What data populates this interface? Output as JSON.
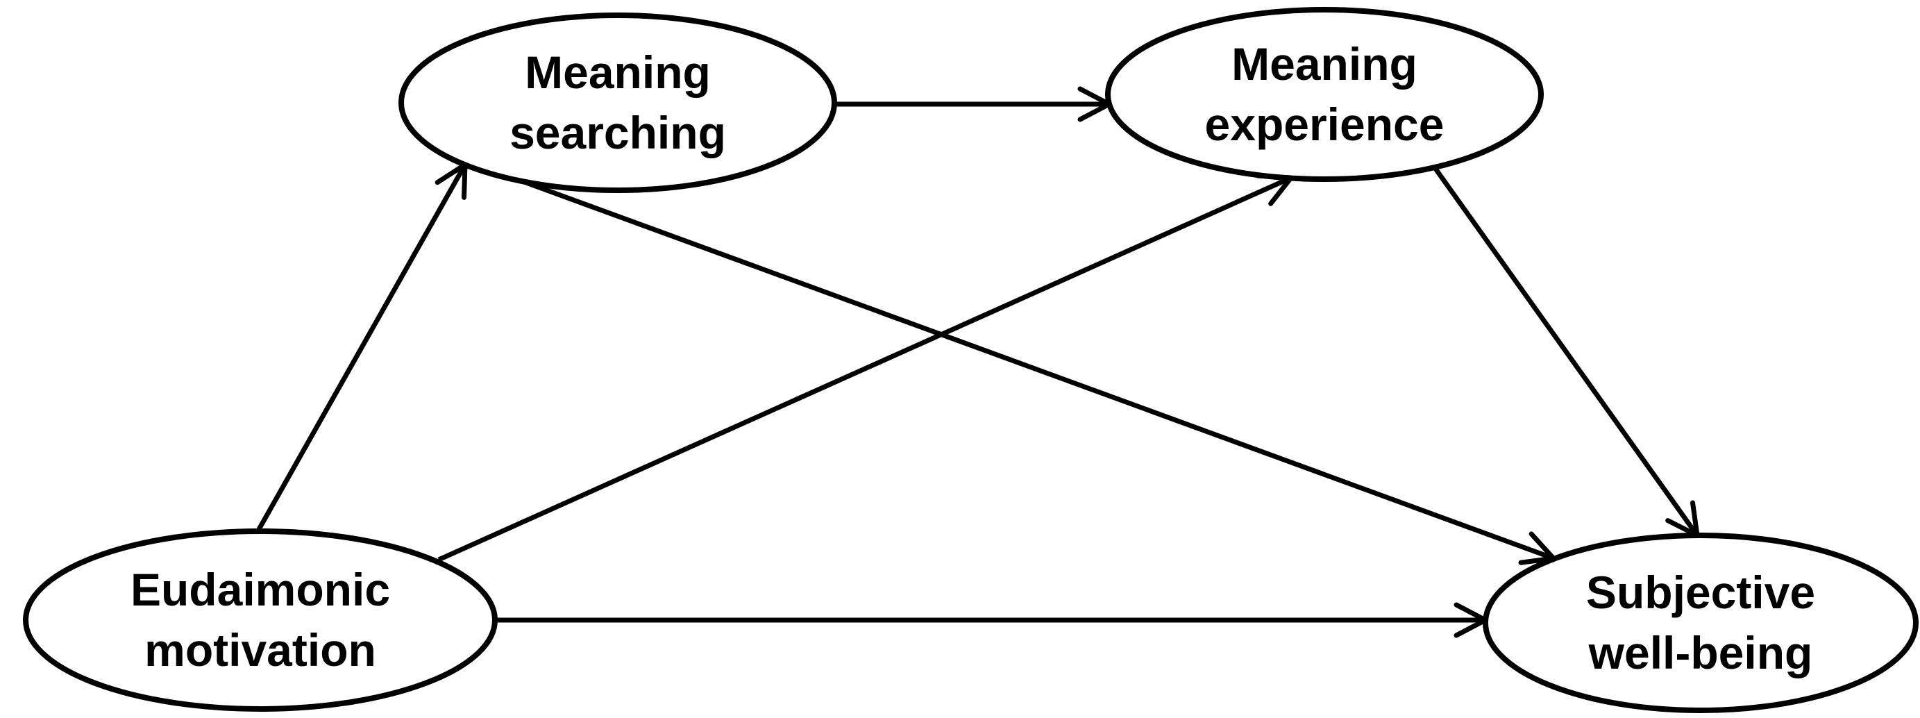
{
  "diagram": {
    "type": "path-model",
    "background_color": "#ffffff",
    "stroke_color": "#000000",
    "nodes": [
      {
        "id": "meaning-searching",
        "shape": "ellipse",
        "label": "Meaning searching"
      },
      {
        "id": "meaning-experience",
        "shape": "ellipse",
        "label": "Meaning experience"
      },
      {
        "id": "eudaimonic-motivation",
        "shape": "ellipse",
        "label": "Eudaimonic motivation"
      },
      {
        "id": "subjective-well-being",
        "shape": "ellipse",
        "label": "Subjective well-being"
      }
    ],
    "edges": [
      {
        "from": "eudaimonic-motivation",
        "to": "meaning-searching",
        "style": "arrow"
      },
      {
        "from": "meaning-searching",
        "to": "meaning-experience",
        "style": "arrow"
      },
      {
        "from": "eudaimonic-motivation",
        "to": "meaning-experience",
        "style": "arrow"
      },
      {
        "from": "meaning-searching",
        "to": "subjective-well-being",
        "style": "arrow"
      },
      {
        "from": "meaning-experience",
        "to": "subjective-well-being",
        "style": "arrow"
      },
      {
        "from": "eudaimonic-motivation",
        "to": "subjective-well-being",
        "style": "arrow"
      }
    ]
  }
}
